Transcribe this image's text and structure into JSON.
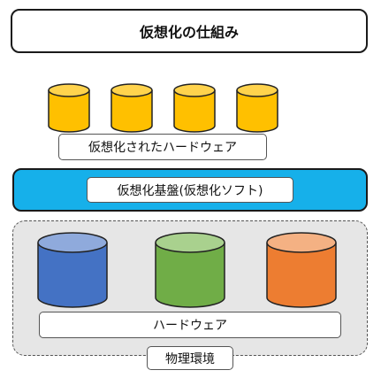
{
  "title": "仮想化の仕組み",
  "virtual_hardware_label": "仮想化されたハードウェア",
  "virtualization_base_label": "仮想化基盤(仮想化ソフト)",
  "hardware_label": "ハードウェア",
  "physical_env_label": "物理環境",
  "colors": {
    "virtual_drum_fill": "#ffc000",
    "virtual_drum_top": "#ffd34d",
    "base_bar": "#16b0ea",
    "physical_bg": "#e6e6e6",
    "blue_drum_fill": "#4472c4",
    "blue_drum_top": "#8faadc",
    "green_drum_fill": "#70ad47",
    "green_drum_top": "#a9d18e",
    "orange_drum_fill": "#ed7d31",
    "orange_drum_top": "#f4b183"
  }
}
